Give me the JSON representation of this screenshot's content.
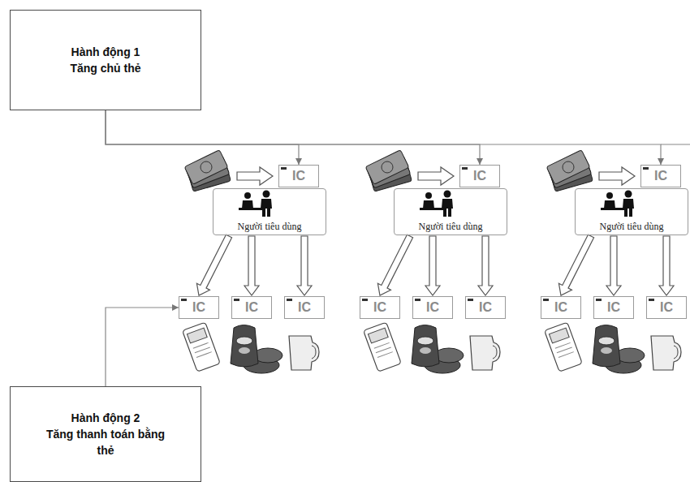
{
  "diagram": {
    "nodes": [
      {
        "text": [
          "Hành động 1",
          "Tăng chủ thẻ"
        ]
      },
      {
        "text": [
          "IC"
        ]
      },
      {
        "text": [
          "Người tiêu dùng"
        ]
      },
      {
        "text": [
          "IC"
        ]
      },
      {
        "text": [
          "IC"
        ]
      },
      {
        "text": [
          "IC"
        ]
      },
      {
        "text": [
          "IC"
        ]
      },
      {
        "text": [
          "Người tiêu dùng"
        ]
      },
      {
        "text": [
          "IC"
        ]
      },
      {
        "text": [
          "IC"
        ]
      },
      {
        "text": [
          "IC"
        ]
      },
      {
        "text": [
          "IC"
        ]
      },
      {
        "text": [
          "Người tiêu dùng"
        ]
      },
      {
        "text": [
          "IC"
        ]
      },
      {
        "text": [
          "IC"
        ]
      },
      {
        "text": [
          "IC"
        ]
      },
      {
        "text": [
          "Hành động 2",
          "Tăng thanh toán bằng thẻ"
        ]
      }
    ],
    "edges": [
      {
        "from": 0,
        "to": 1,
        "arrow": "to"
      },
      {
        "from": 0,
        "to": 6,
        "arrow": "to"
      },
      {
        "from": 0,
        "to": 11,
        "arrow": "to"
      },
      {
        "from": 2,
        "to": 3,
        "arrow": "to"
      },
      {
        "from": 2,
        "to": 4,
        "arrow": "to"
      },
      {
        "from": 2,
        "to": 5,
        "arrow": "to"
      },
      {
        "from": 7,
        "to": 8,
        "arrow": "to"
      },
      {
        "from": 7,
        "to": 9,
        "arrow": "to"
      },
      {
        "from": 7,
        "to": 10,
        "arrow": "to"
      },
      {
        "from": 12,
        "to": 13,
        "arrow": "to"
      },
      {
        "from": 12,
        "to": 14,
        "arrow": "to"
      },
      {
        "from": 12,
        "to": 15,
        "arrow": "to"
      },
      {
        "from": 16,
        "to": 3,
        "arrow": "to"
      }
    ]
  }
}
